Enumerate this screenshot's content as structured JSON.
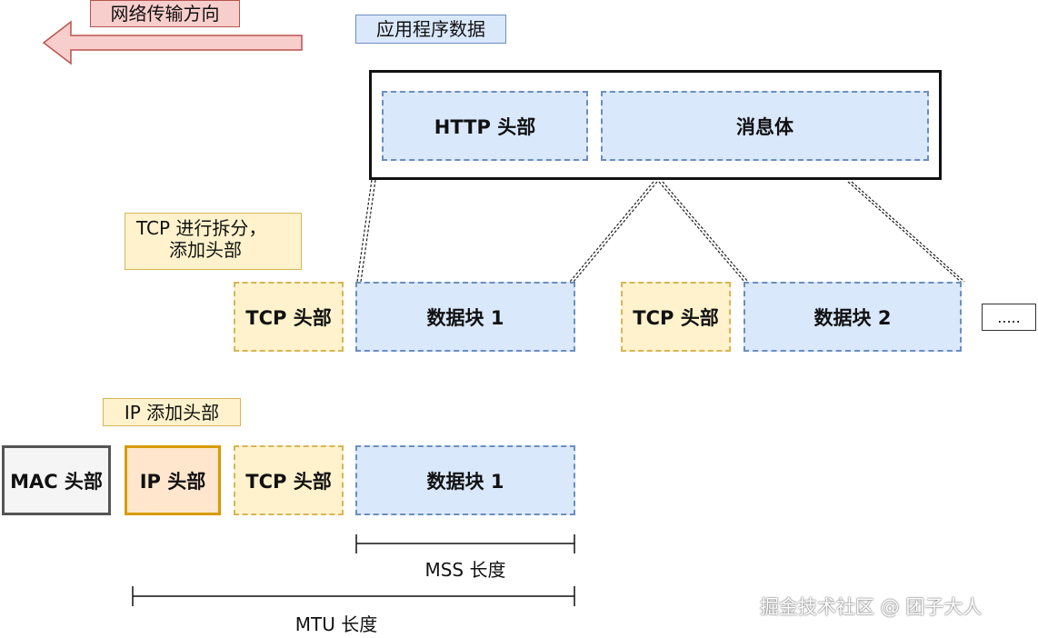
{
  "direction_label": "网络传输方向",
  "app_data_label": "应用程序数据",
  "http": {
    "header": "HTTP 头部",
    "body": "消息体"
  },
  "tcp_split_note": {
    "line1": "TCP 进行拆分，",
    "line2": "添加头部"
  },
  "tcp_row": {
    "tcp_header_1": "TCP 头部",
    "chunk_1": "数据块 1",
    "tcp_header_2": "TCP 头部",
    "chunk_2": "数据块 2",
    "ellipsis": "....."
  },
  "ip_note": "IP 添加头部",
  "ip_row": {
    "mac_header": "MAC 头部",
    "ip_header": "IP 头部",
    "tcp_header": "TCP 头部",
    "chunk_1": "数据块 1"
  },
  "mss_label": "MSS 长度",
  "mtu_label": "MTU 长度",
  "watermark": "掘金技术社区 @ 团子大人",
  "colors": {
    "blue_fill": "#dae8fc",
    "blue_stroke": "#6c8ebf",
    "yellow_fill": "#fff2cc",
    "yellow_stroke": "#d6b656",
    "orange_fill": "#ffe6cc",
    "orange_stroke": "#d79b00",
    "red_fill": "#f8cecc",
    "red_stroke": "#b85450"
  }
}
